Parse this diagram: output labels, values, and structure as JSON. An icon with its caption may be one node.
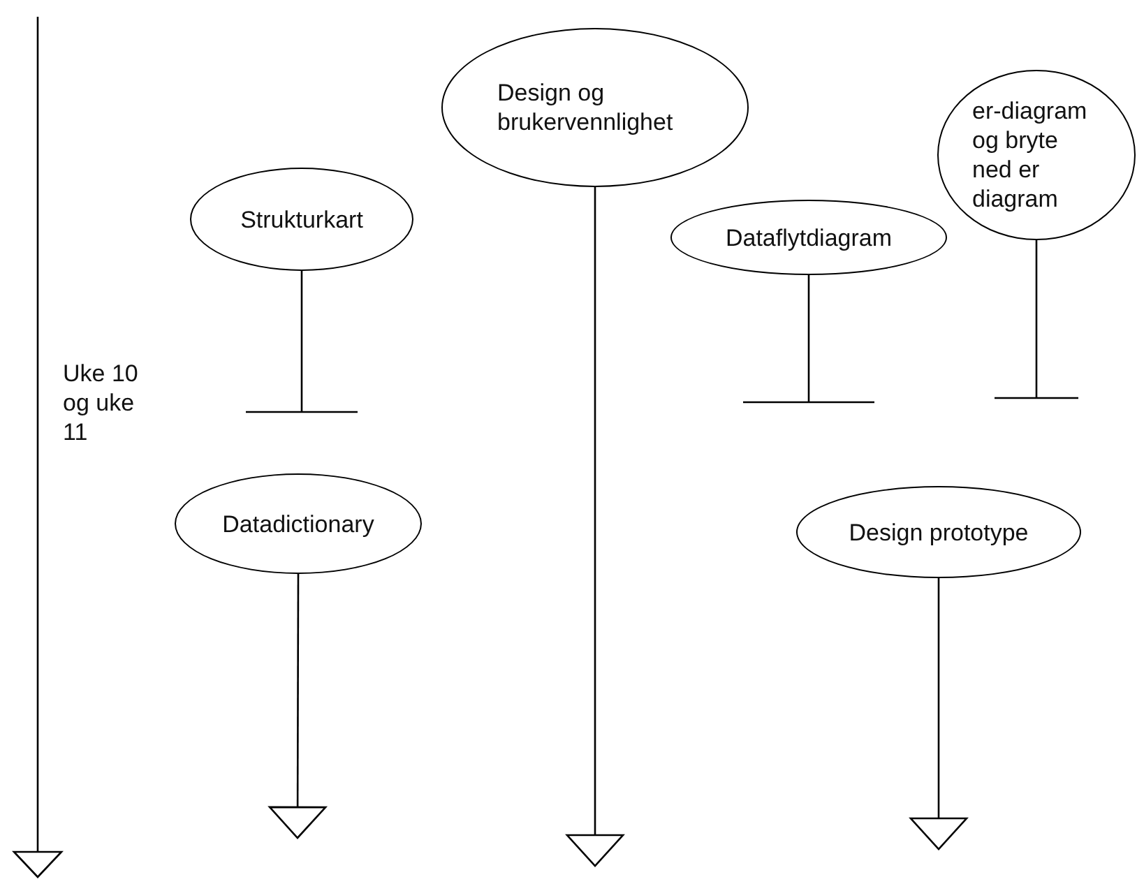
{
  "diagram": {
    "nodes": [
      {
        "text": [
          "Design og brukervennlighet"
        ]
      },
      {
        "text": [
          "er-diagram og bryte ned er diagram"
        ]
      },
      {
        "text": [
          "Strukturkart"
        ]
      },
      {
        "text": [
          "Dataflytdiagram"
        ]
      },
      {
        "text": [
          "Datadictionary"
        ]
      },
      {
        "text": [
          "Design prototype"
        ]
      }
    ],
    "edges": [
      {
        "from": 0,
        "to": null,
        "arrow": "to"
      },
      {
        "from": 1,
        "to": null,
        "arrow": "other"
      },
      {
        "from": 2,
        "to": null,
        "arrow": "other"
      },
      {
        "from": 3,
        "to": null,
        "arrow": "other"
      },
      {
        "from": 4,
        "to": null,
        "arrow": "to"
      },
      {
        "from": 5,
        "to": null,
        "arrow": "to"
      }
    ],
    "labels": [
      "Uke 10 og uke 11"
    ]
  }
}
